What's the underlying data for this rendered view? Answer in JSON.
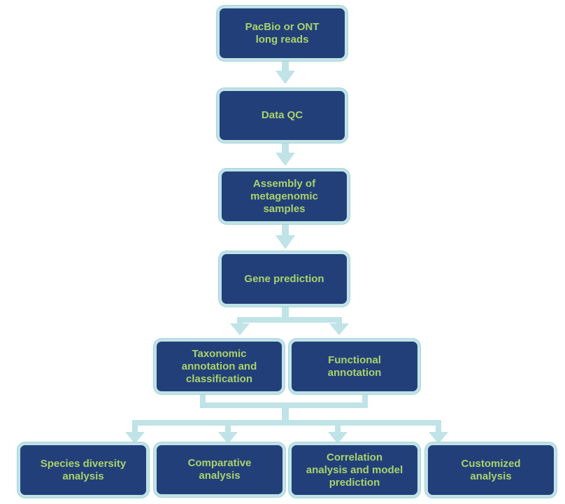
{
  "colors": {
    "box_fill": "#233f7a",
    "box_border": "#bfe3e6",
    "text": "#a8d36a",
    "connector": "#bfe3e6"
  },
  "nodes": {
    "long_reads": "PacBio or ONT\nlong reads",
    "data_qc": "Data QC",
    "assembly": "Assembly of\nmetagenomic\nsamples",
    "gene_prediction": "Gene prediction",
    "taxonomic": "Taxonomic\nannotation and\nclassification",
    "functional": "Functional\nannotation",
    "species_diversity": "Species diversity\nanalysis",
    "comparative": "Comparative\nanalysis",
    "correlation": "Correlation\nanalysis and model\nprediction",
    "customized": "Customized\nanalysis"
  }
}
